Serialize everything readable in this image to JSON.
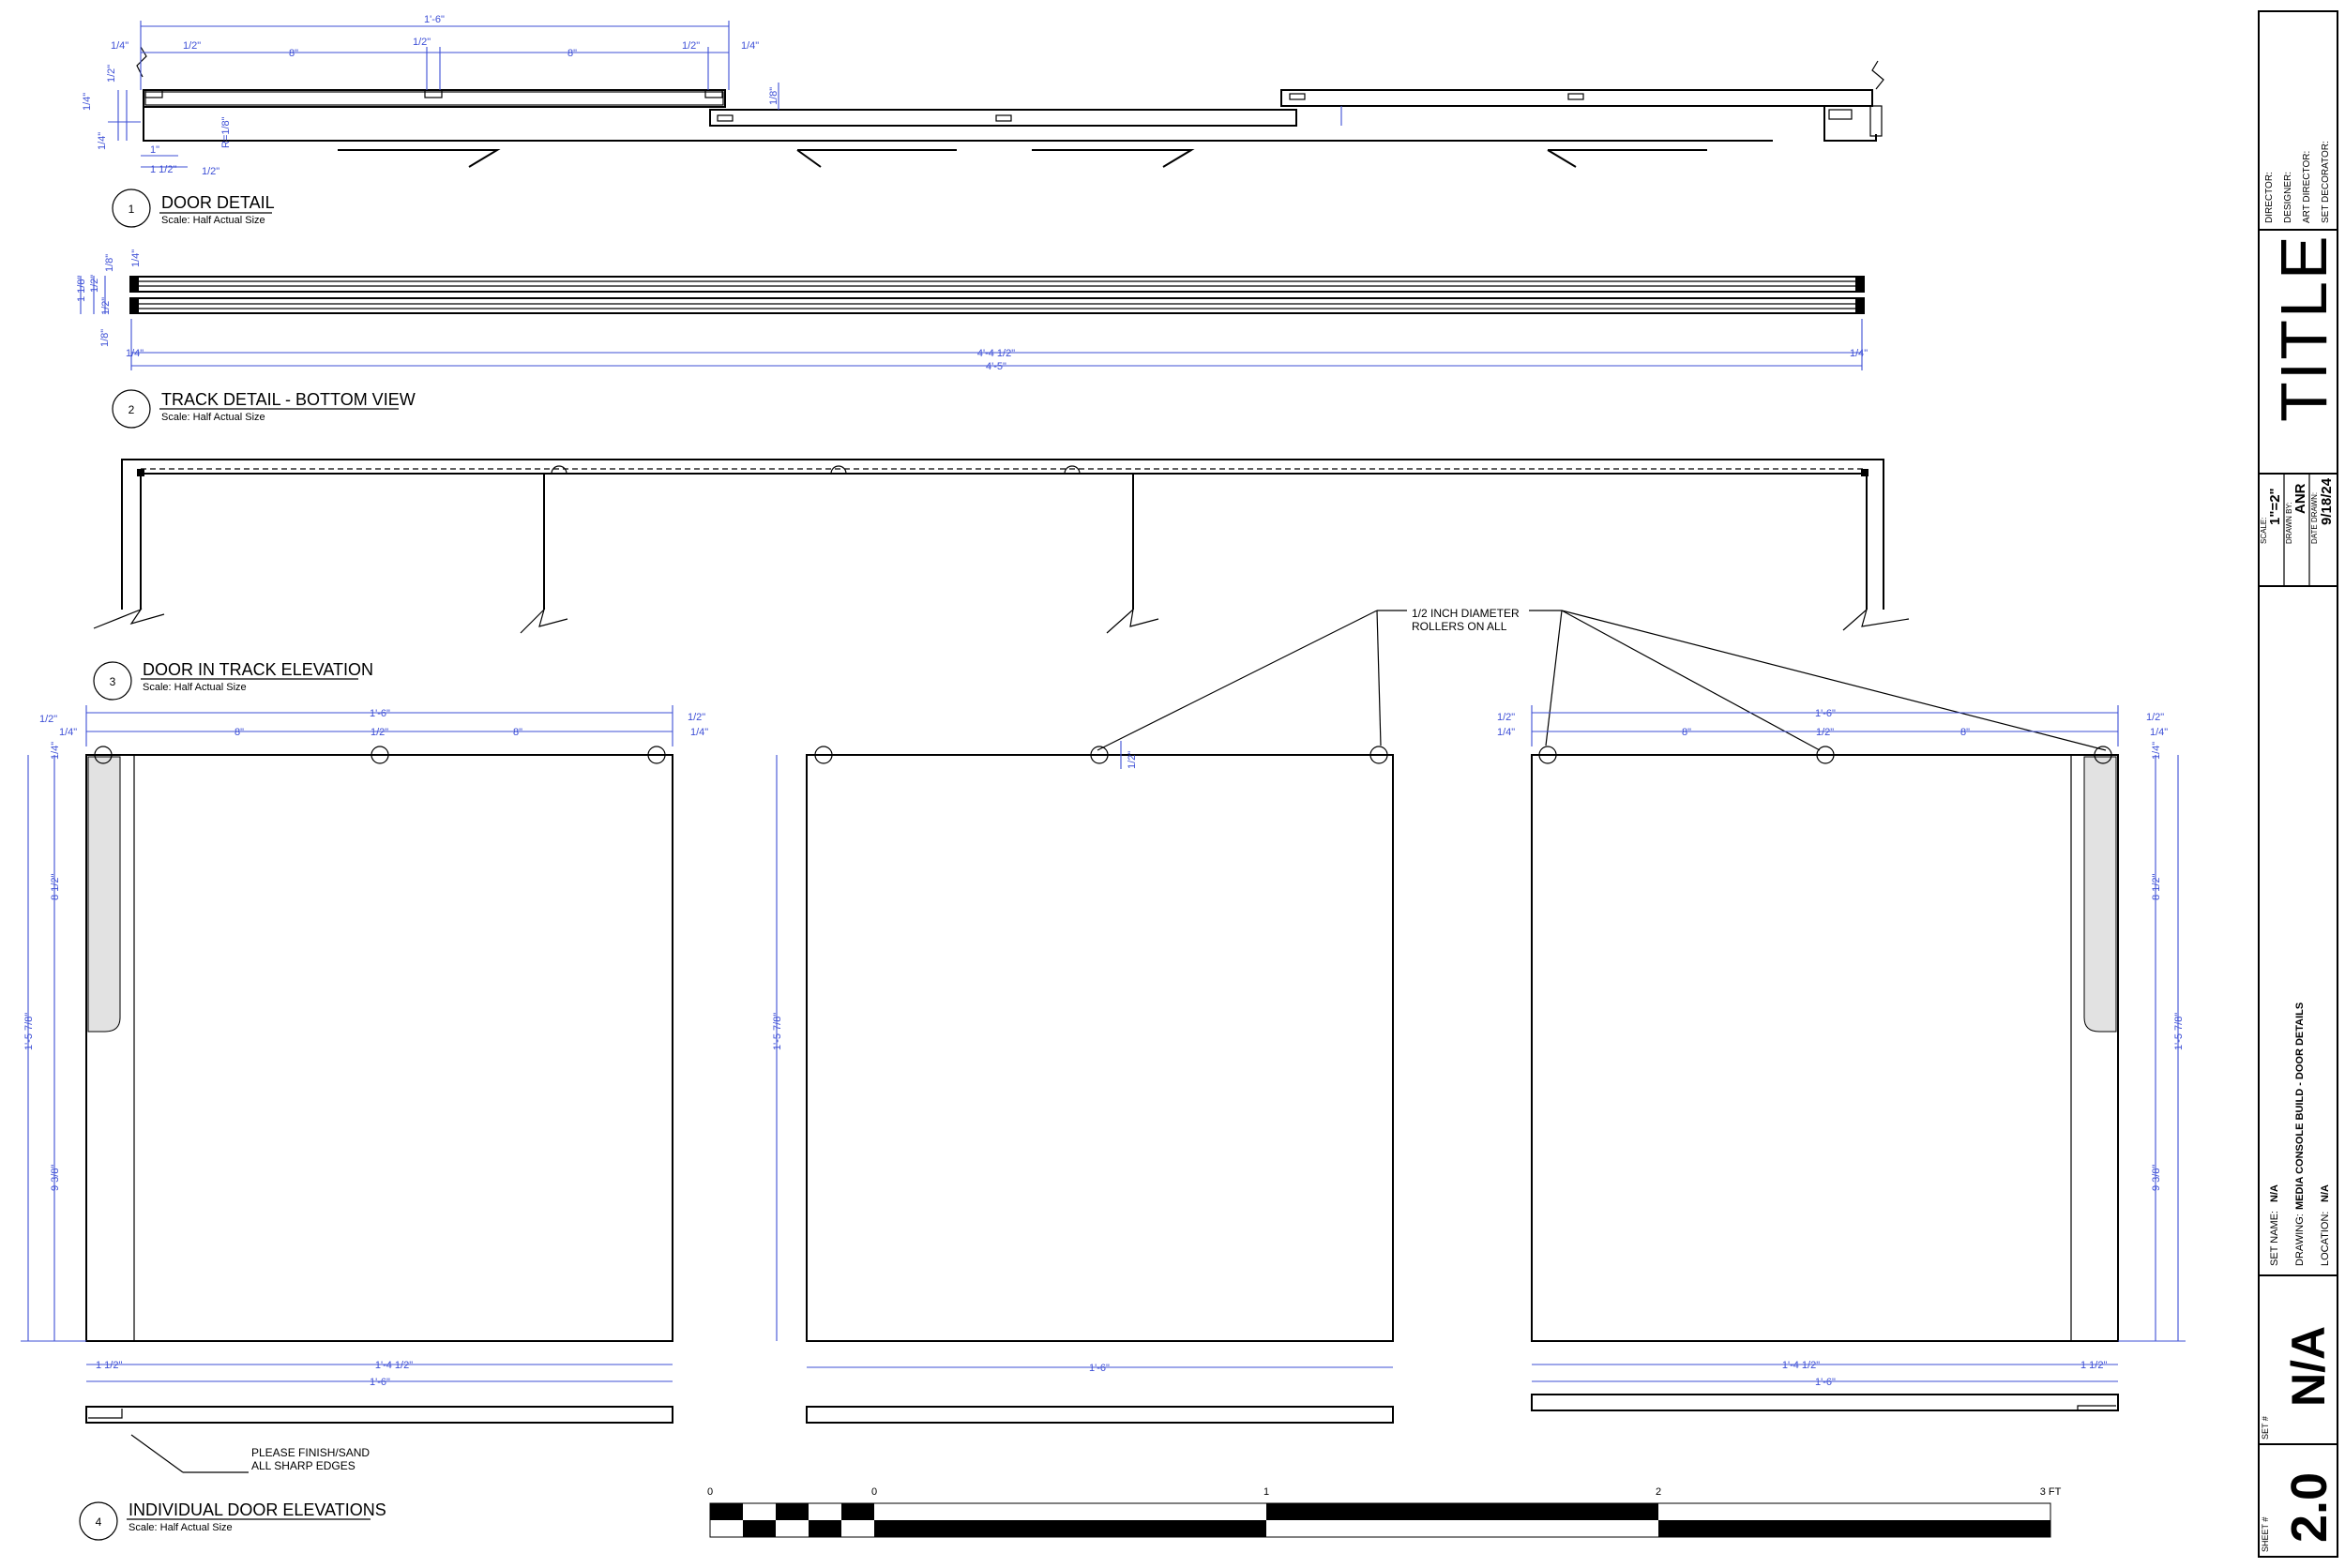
{
  "details": [
    {
      "num": "1",
      "title": "DOOR DETAIL",
      "scale": "Scale: Half Actual Size"
    },
    {
      "num": "2",
      "title": "TRACK DETAIL - BOTTOM VIEW",
      "scale": "Scale: Half Actual Size"
    },
    {
      "num": "3",
      "title": "DOOR IN TRACK ELEVATION",
      "scale": "Scale: Half Actual Size"
    },
    {
      "num": "4",
      "title": "INDIVIDUAL DOOR ELEVATIONS",
      "scale": "Scale: Half Actual Size"
    }
  ],
  "dims": {
    "d1": {
      "overall": "1'-6\"",
      "a": "8\"",
      "b": "8\"",
      "half1": "1/2\"",
      "half2": "1/2\"",
      "half3": "1/2\"",
      "q1": "1/4\"",
      "q2": "1/4\"",
      "q3": "1/4\"",
      "q4": "1/4\"",
      "eighth": "1/8\"",
      "one": "1\"",
      "oneHalf": "1 1/2\"",
      "r": "R=1/8\"",
      "halfV": "1/2\"",
      "halfR": "1/2\""
    },
    "d2": {
      "overall": "4'-5\"",
      "inner": "4'-4 1/2\"",
      "q1": "1/4\"",
      "q2": "1/4\"",
      "e1": "1/8\"",
      "e2": "1/8\"",
      "v1": "1 1/8\"",
      "v2": "1/2\"",
      "v3": "1/2\"",
      "v4": "1/4\""
    },
    "elev": {
      "overall": "1'-6\"",
      "eight": "8\"",
      "half": "1/2\"",
      "quarter": "1/4\"",
      "height": "1'-5 7/8\"",
      "upper": "8 1/2\"",
      "lower": "9 3/8\"",
      "inner": "1'-4 1/2\"",
      "edge": "1 1/2\"",
      "middleWidth": "1'-6\""
    }
  },
  "notes": {
    "rollers_line1": "1/2 INCH DIAMETER",
    "rollers_line2": "ROLLERS ON ALL",
    "sand_line1": "PLEASE FINISH/SAND",
    "sand_line2": "ALL SHARP EDGES"
  },
  "scalebar": {
    "labels": [
      "0",
      "0",
      "1",
      "2",
      "3 FT"
    ]
  },
  "titleblock": {
    "director": "DIRECTOR:",
    "designer": "DESIGNER:",
    "art_director": "ART DIRECTOR:",
    "set_decorator": "SET DECORATOR:",
    "title": "TITLE",
    "scale_label": "SCALE:",
    "scale_value": "1\"=2\"",
    "drawn_by_label": "DRAWN BY:",
    "drawn_by": "ANR",
    "date_label": "DATE DRAWN:",
    "date": "9/18/24",
    "set_name_label": "SET NAME:",
    "set_name": "N/A",
    "drawing_label": "DRAWING:",
    "drawing": "MEDIA CONSOLE BUILD - DOOR DETAILS",
    "location_label": "LOCATION:",
    "location": "N/A",
    "set_num_label": "SET #",
    "set_num": "N/A",
    "sheet_label": "SHEET #",
    "sheet": "2.0"
  }
}
